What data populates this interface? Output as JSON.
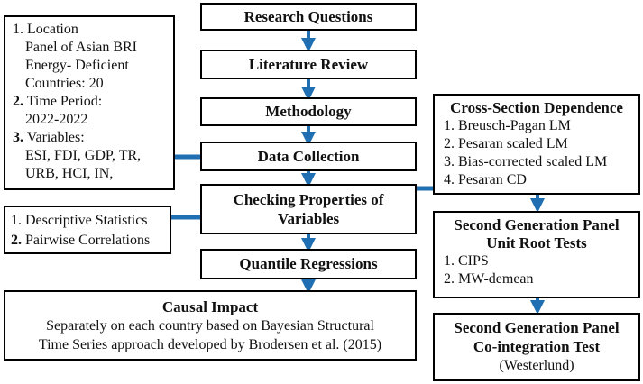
{
  "main_flow": [
    "Research Questions",
    "Literature Review",
    "Methodology",
    "Data Collection",
    "Checking Properties of",
    "Variables",
    "Quantile Regressions"
  ],
  "left_top_box": {
    "item1_num": "1.",
    "item1_title": "Location",
    "item1_lines": [
      "Panel of Asian BRI",
      "Energy- Deficient",
      "Countries: 20"
    ],
    "item2_num": "2.",
    "item2_title": "Time Period:",
    "item2_value": "2022-2022",
    "item3_num": "3.",
    "item3_title": "Variables:",
    "item3_lines": [
      "ESI, FDI, GDP, TR,",
      "URB, HCI, IN,"
    ]
  },
  "left_mid_box": {
    "item1_num": "1.",
    "item1_label": "Descriptive Statistics",
    "item2_num": "2.",
    "item2_label": "Pairwise Correlations"
  },
  "causal_box": {
    "title": "Causal Impact",
    "line1": "Separately on each country based on Bayesian Structural",
    "line2": "Time Series approach developed by Brodersen et al. (2015)"
  },
  "csd_box": {
    "title": "Cross-Section Dependence",
    "items": [
      {
        "num": "1.",
        "label": "Breusch-Pagan LM"
      },
      {
        "num": "2.",
        "label": "Pesaran scaled LM"
      },
      {
        "num": "3.",
        "label": "Bias-corrected scaled LM"
      },
      {
        "num": "4.",
        "label": "Pesaran CD"
      }
    ]
  },
  "unit_root_box": {
    "title_line1": "Second Generation Panel",
    "title_line2": "Unit Root Tests",
    "items": [
      {
        "num": "1.",
        "label": "CIPS"
      },
      {
        "num": "2.",
        "label": "MW-demean"
      }
    ]
  },
  "coint_box": {
    "title_line1": "Second Generation Panel",
    "title_line2": "Co-integration Test",
    "subtitle": "(Westerlund)"
  },
  "colors": {
    "connector": "#1f6fb2",
    "border": "#000000"
  }
}
